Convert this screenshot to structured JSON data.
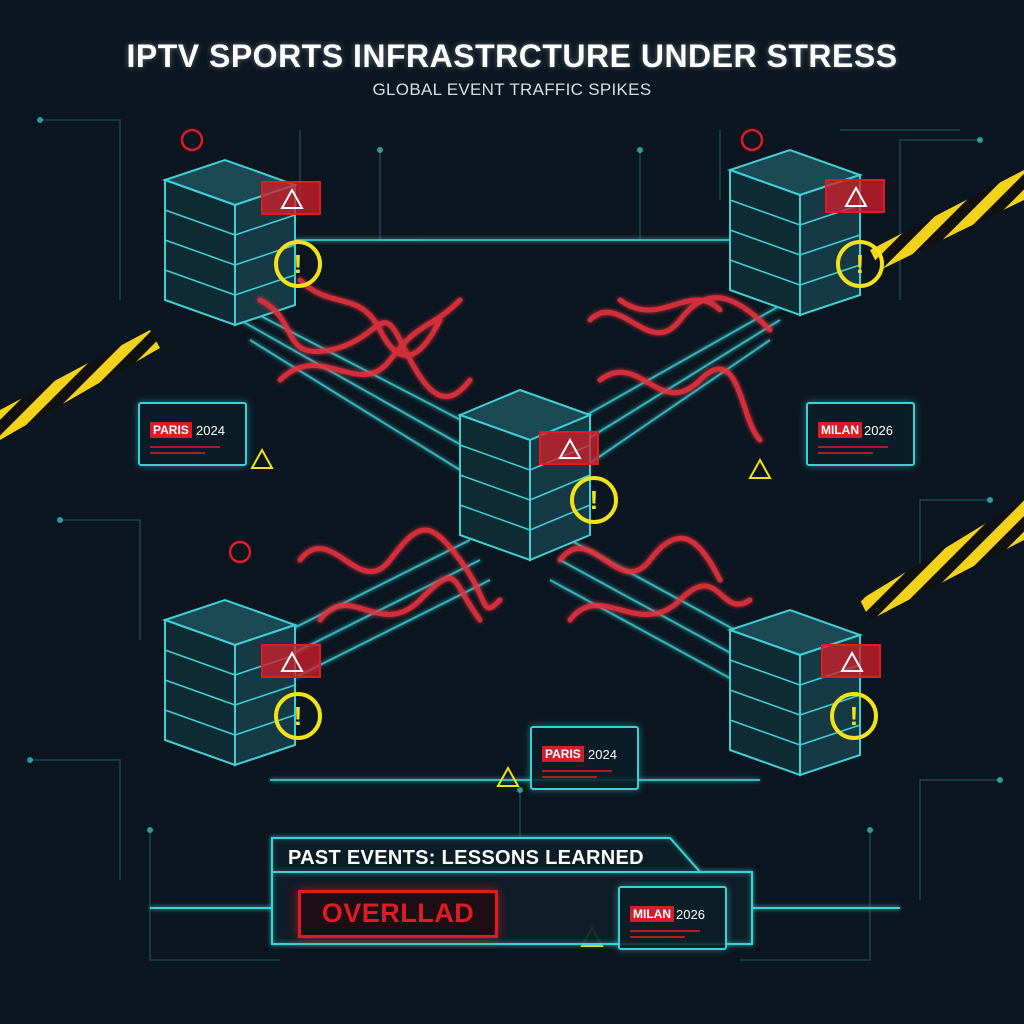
{
  "header": {
    "title": "IPTV SPORTS INFRASTRCTURE UNDER STRESS",
    "subtitle": "GLOBAL EVENT TRAFFIC SPIKES"
  },
  "event_cards": [
    {
      "name": "PARIS",
      "year": "2024"
    },
    {
      "name": "MILAN",
      "year": "2026"
    },
    {
      "name": "PARIS",
      "year": "2024"
    },
    {
      "name": "MILAN",
      "year": "2026"
    }
  ],
  "lessons": {
    "heading": "PAST EVENTS: LESSONS LEARNED",
    "status": "OVERLLAD"
  },
  "colors": {
    "background": "#0b1620",
    "circuit": "#3fd0d6",
    "traffic": "#e8323c",
    "alert": "#f2e21a",
    "danger": "#e01b24"
  },
  "icons": [
    "server-icon",
    "warning-triangle-icon",
    "exclamation-circle-icon",
    "caution-tape"
  ]
}
